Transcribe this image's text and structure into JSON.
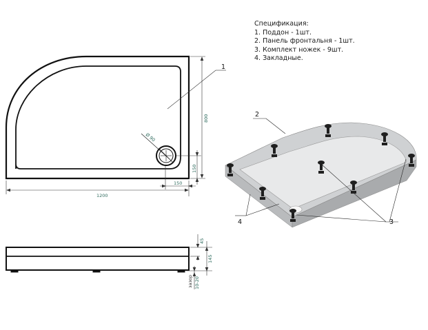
{
  "specification": {
    "title": "Спецификация:",
    "items": [
      "1. Поддон - 1шт.",
      "2. Панель фронтальня - 1шт.",
      "3. Комплект ножек - 9шт.",
      "4. Закладные."
    ]
  },
  "plan_view": {
    "width_label": "1200",
    "depth_label": "800",
    "drain_offset_x_label": "150",
    "drain_offset_y_label": "150",
    "drain_diameter_label": "Ø 90",
    "callout": "1"
  },
  "side_view": {
    "panel_height_label": "45",
    "total_height_label": "145",
    "leg_gap_label": "10-20",
    "leg_gap_prefix": "зазор"
  },
  "iso_view": {
    "callouts": [
      "2",
      "3",
      "4"
    ]
  },
  "colors": {
    "line": "#111111",
    "dimension_text": "#2f6b5e",
    "tray_fill": "#c9cbcd",
    "tray_inner": "#e6e7e8",
    "leg": "#222222"
  }
}
